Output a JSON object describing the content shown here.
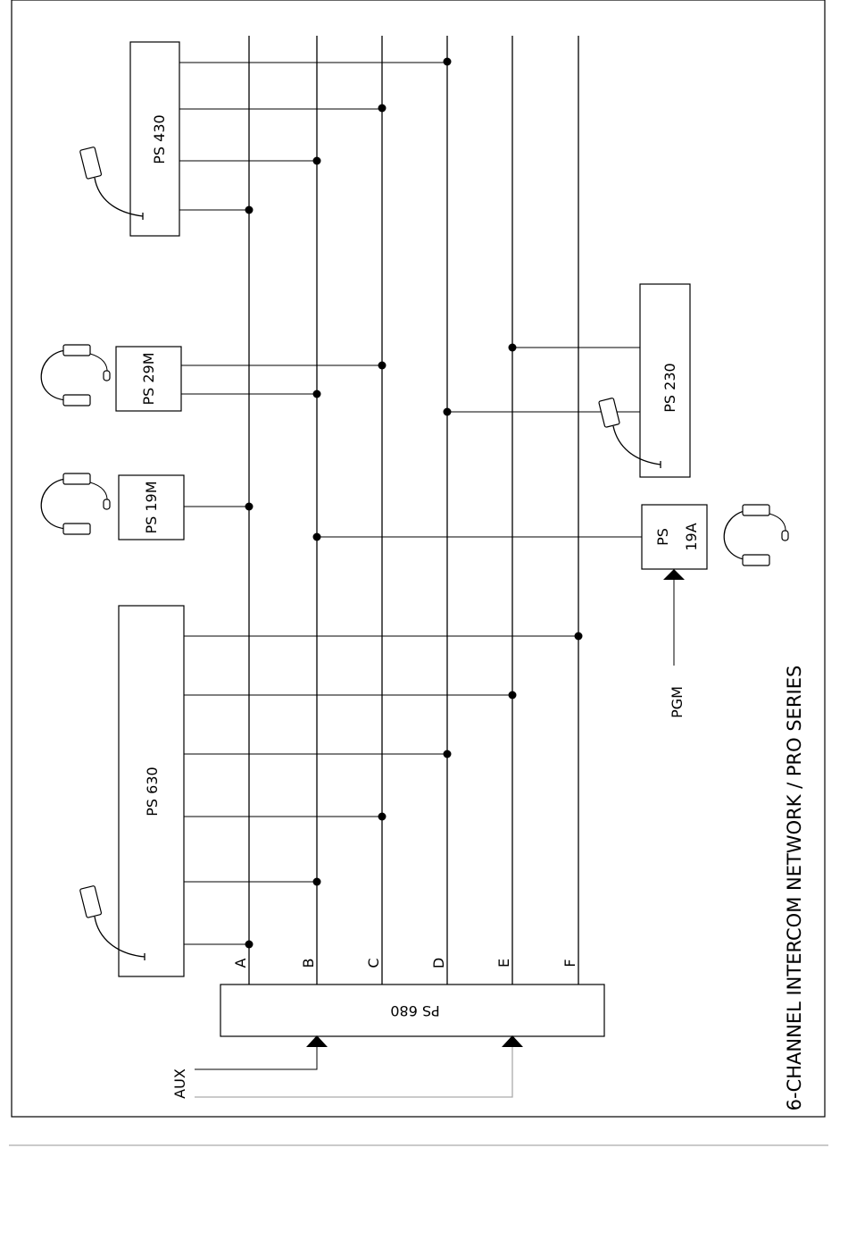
{
  "title": "6-CHANNEL INTERCOM NETWORK / PRO SERIES",
  "channels": [
    "A",
    "B",
    "C",
    "D",
    "E",
    "F"
  ],
  "devices": {
    "ps680": "PS 680",
    "ps630": "PS 630",
    "ps19m": "PS 19M",
    "ps29m": "PS 29M",
    "ps430": "PS 430",
    "ps230": "PS 230",
    "ps19a_line1": "PS",
    "ps19a_line2": "19A"
  },
  "inputs": {
    "aux": "AUX",
    "pgm": "PGM"
  }
}
